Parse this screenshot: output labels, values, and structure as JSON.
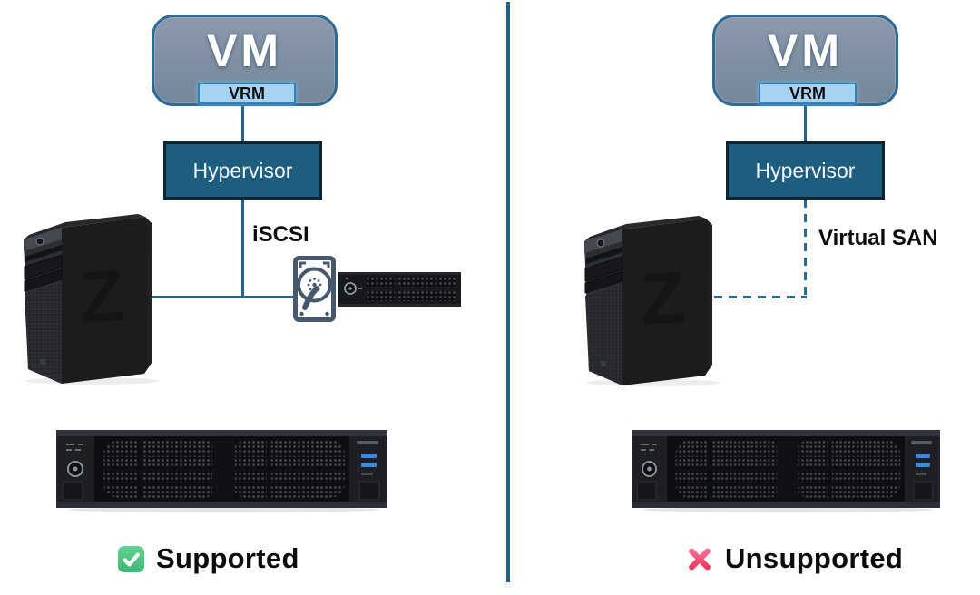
{
  "divider": {
    "color": "#1f6182"
  },
  "left": {
    "vm_label": "VM",
    "vrm_label": "VRM",
    "hypervisor_label": "Hypervisor",
    "connection_label": "iSCSI",
    "connection_style": "solid",
    "status": {
      "label": "Supported",
      "icon": "check-mark-icon",
      "icon_color": "#46c281"
    }
  },
  "right": {
    "vm_label": "VM",
    "vrm_label": "VRM",
    "hypervisor_label": "Hypervisor",
    "connection_label": "Virtual SAN",
    "connection_style": "dashed",
    "status": {
      "label": "Unsupported",
      "icon": "cross-mark-icon",
      "icon_color": "#f2416b"
    }
  },
  "colors": {
    "vm_fill": "#8494a6",
    "vm_border": "#2d6a96",
    "vrm_fill": "#a7d3f3",
    "vrm_border": "#2e82bd",
    "hypervisor_fill": "#1d5e7e",
    "hypervisor_border": "#0d2433",
    "connector": "#26638a"
  },
  "images": {
    "workstation": "black-tower-workstation",
    "workstation_logo_text": "Z",
    "rack_server": "rack-server-front-view",
    "disk": "hard-disk-drive-icon",
    "storage_array": "mini-rack-storage-array"
  }
}
